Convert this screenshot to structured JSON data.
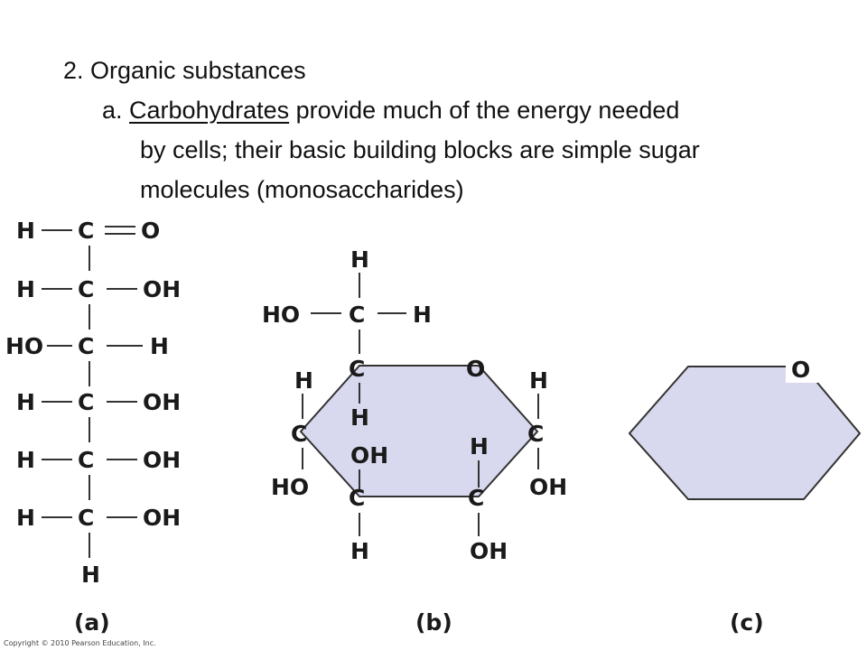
{
  "slide": {
    "heading": "2. Organic substances",
    "bullet_a_prefix": "a. ",
    "bullet_a_term": "Carbohydrates",
    "bullet_a_rest": " provide much of the energy needed",
    "bullet_a_line2": "by cells; their basic building blocks are simple sugar",
    "bullet_a_line3": "molecules (monosaccharides)"
  },
  "atoms": {
    "H": "H",
    "C": "C",
    "O": "O",
    "OH": "OH",
    "HO": "HO"
  },
  "panels": {
    "a": "(a)",
    "b": "(b)",
    "c": "(c)"
  },
  "copyright": "Copyright © 2010 Pearson Education, Inc.",
  "colors": {
    "ring_fill": "#d8d8ee",
    "line": "#333333",
    "text": "#111111"
  }
}
